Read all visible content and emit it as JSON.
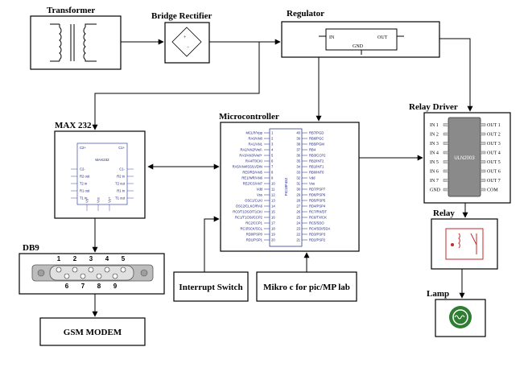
{
  "blocks": {
    "transformer": "Transformer",
    "bridge": "Bridge Rectifier",
    "regulator": "Regulator",
    "relay_driver": "Relay Driver",
    "max232": "MAX 232",
    "microcontroller": "Microcontroller",
    "relay": "Relay",
    "lamp": "Lamp",
    "db9": "DB9",
    "interrupt_switch": "Interrupt Switch",
    "mikro": "Mikro c for pic/MP lab",
    "gsm": "GSM MODEM"
  },
  "regulator_chip": {
    "in": "IN",
    "out": "OUT",
    "gnd": "GND"
  },
  "max232_chip": {
    "name": "MAX232",
    "top": [
      "C2+",
      "C1+"
    ],
    "left": [
      "C2-",
      "R2 out",
      "T2 in",
      "R1 out",
      "T1 in"
    ],
    "right": [
      "C1-",
      "R2 in",
      "T2 out",
      "R1 in",
      "T1 out"
    ],
    "bottom": [
      "Vs",
      "Vcc",
      "Vs+"
    ]
  },
  "pic_chip": {
    "name": "PIC18F452",
    "left_pins": [
      "MCLR/Vpp",
      "RA0/AN0",
      "RA1/AN1",
      "RA2/AN2/Vref-",
      "RA3/AN3/Vref+",
      "RA4/T0CKI",
      "RA5/AN4/SS/LVDIN",
      "RE0/RD/AN5",
      "RE1/WR/AN6",
      "RE2/CS/AN7",
      "Vdd",
      "Vss",
      "OSC1/CLKI",
      "OSC2/CLKO/RA6",
      "RC0/T1OSO/T1CKI",
      "RC1/T1OSI/CCP2",
      "RC2/CCP1",
      "RC3/SCK/SCL",
      "RD0/PSP0",
      "RD1/PSP1"
    ],
    "right_pins": [
      "RB7/PGD",
      "RB6/PGC",
      "RB5/PGM",
      "RB4",
      "RB3/CCP2",
      "RB2/INT2",
      "RB1/INT1",
      "RB0/INT0",
      "Vdd",
      "Vss",
      "RD7/PSP7",
      "RD6/PSP6",
      "RD5/PSP5",
      "RD4/PSP4",
      "RC7/RX/DT",
      "RC6/TX/CK",
      "RC5/SDO",
      "RC4/SDI/SDA",
      "RD3/PSP3",
      "RD2/PSP2"
    ]
  },
  "uln_chip": {
    "name": "ULN2003",
    "inputs": [
      "IN 1",
      "IN 2",
      "IN 3",
      "IN 4",
      "IN 5",
      "IN 6",
      "IN 7",
      "GND"
    ],
    "outputs": [
      "OUT 1",
      "OUT 2",
      "OUT 3",
      "OUT 4",
      "OUT 5",
      "OUT 6",
      "OUT 7",
      "COM"
    ]
  },
  "db9_pins": {
    "top": [
      "1",
      "2",
      "3",
      "4",
      "5"
    ],
    "bottom": [
      "6",
      "7",
      "8",
      "9"
    ]
  }
}
